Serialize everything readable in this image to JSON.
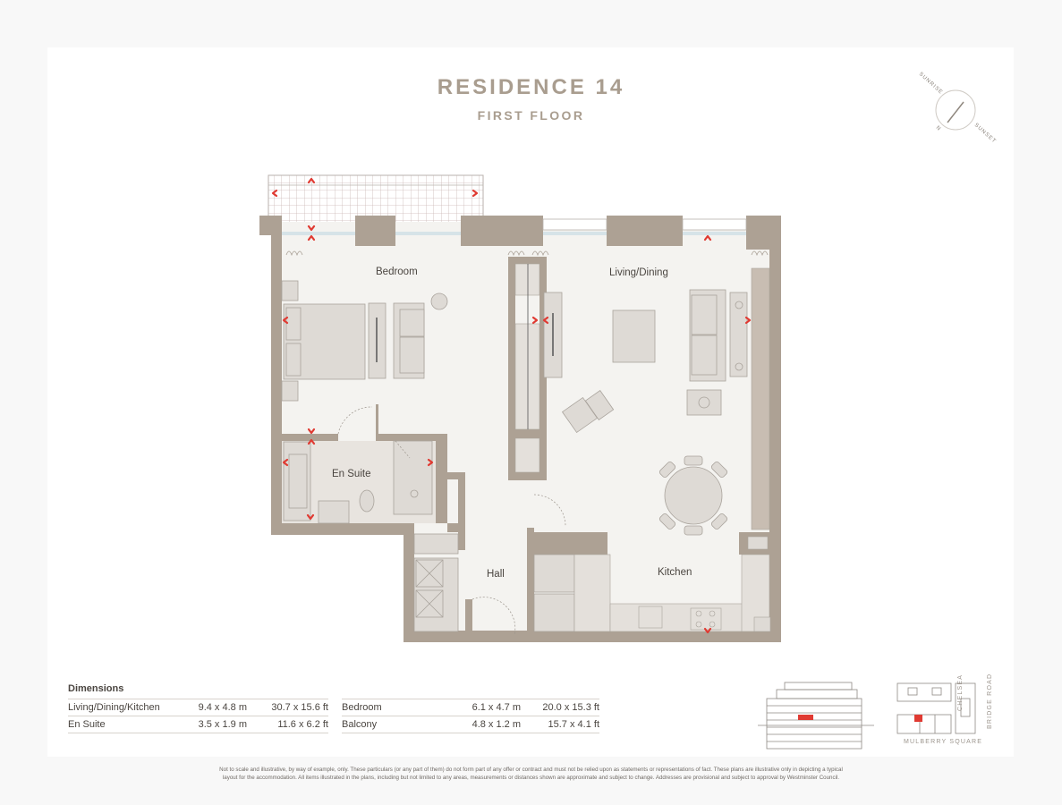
{
  "header": {
    "title": "RESIDENCE 14",
    "subtitle": "FIRST FLOOR"
  },
  "compass": {
    "sunrise_label": "SUNRISE",
    "sunset_label": "SUNSET",
    "north_label": "N"
  },
  "rooms": {
    "bedroom": "Bedroom",
    "living_dining": "Living/Dining",
    "en_suite": "En Suite",
    "hall": "Hall",
    "kitchen": "Kitchen"
  },
  "dimensions": {
    "title": "Dimensions",
    "left": [
      {
        "room": "Living/Dining/Kitchen",
        "metric": "9.4 x 4.8 m",
        "imperial": "30.7 x 15.6 ft"
      },
      {
        "room": "En Suite",
        "metric": "3.5 x 1.9 m",
        "imperial": "11.6 x 6.2 ft"
      }
    ],
    "right": [
      {
        "room": "Bedroom",
        "metric": "6.1 x 4.7 m",
        "imperial": "20.0 x 15.3 ft"
      },
      {
        "room": "Balcony",
        "metric": "4.8 x 1.2 m",
        "imperial": "15.7 x 4.1 ft"
      }
    ]
  },
  "keyplan": {
    "street_bottom": "MULBERRY SQUARE",
    "street_right_line1": "CHELSEA",
    "street_right_line2": "BRIDGE ROAD"
  },
  "colors": {
    "wall": "#ada194",
    "floor": "#f4f3f0",
    "furniture": "#dedad5",
    "accent": "#e03a32",
    "title": "#a99d8f"
  },
  "disclaimer": {
    "line1": "Not to scale and illustrative, by way of example, only. These particulars (or any part of them) do not form part of any offer or contract and must not be relied upon as statements or representations of fact. These plans are illustrative only in depicting a typical",
    "line2": "layout for the accommodation. All items illustrated in the plans, including but not limited to any areas, measurements or distances shown are approximate and subject to change. Addresses are provisional and subject to approval by Westminster Council."
  }
}
